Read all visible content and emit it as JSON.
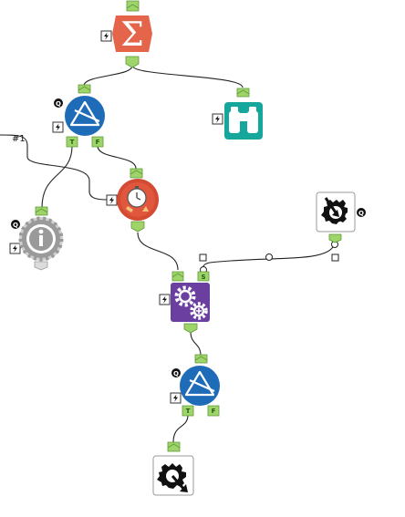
{
  "canvas": {
    "connection_label": "#1",
    "anchor_true": "T",
    "anchor_false": "F",
    "anchor_source": "S",
    "badge_q": "Q"
  },
  "tools": [
    {
      "id": "summarize",
      "icon": "sigma-icon",
      "color": "#e4654a"
    },
    {
      "id": "filter-1",
      "icon": "filter-icon",
      "color": "#1e6bb8"
    },
    {
      "id": "browse",
      "icon": "binoculars-icon",
      "color": "#16a79c"
    },
    {
      "id": "message",
      "icon": "info-gear-icon",
      "color": "#9a9a9a"
    },
    {
      "id": "timer",
      "icon": "stopwatch-icon",
      "color": "#d24b32"
    },
    {
      "id": "macro-input",
      "icon": "macro-input-icon",
      "color": "#ffffff"
    },
    {
      "id": "batch-macro",
      "icon": "gears-plus-icon",
      "color": "#6b3fa0"
    },
    {
      "id": "filter-2",
      "icon": "filter-icon",
      "color": "#1e6bb8"
    },
    {
      "id": "macro-output",
      "icon": "macro-output-icon",
      "color": "#ffffff"
    }
  ],
  "colors": {
    "anchor_fill": "#9fd46a",
    "anchor_stroke": "#5f9a36",
    "wire": "#222222"
  }
}
